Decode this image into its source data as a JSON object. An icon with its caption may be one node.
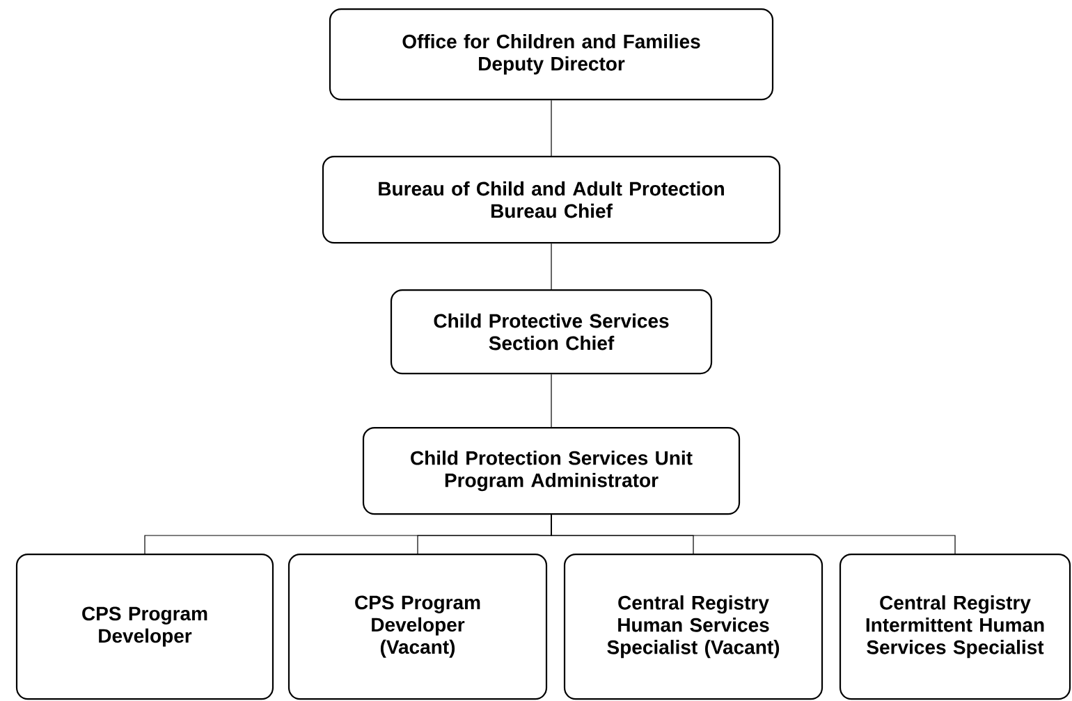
{
  "diagram": {
    "nodes": [
      {
        "text": [
          "Office for Children and Families",
          "Deputy Director"
        ]
      },
      {
        "text": [
          "Bureau of Child and Adult Protection",
          "Bureau Chief"
        ]
      },
      {
        "text": [
          "Child Protective Services",
          "Section Chief"
        ]
      },
      {
        "text": [
          "Child Protection Services Unit",
          "Program Administrator"
        ]
      },
      {
        "text": [
          "CPS Program Developer"
        ]
      },
      {
        "text": [
          "CPS Program Developer (Vacant)"
        ]
      },
      {
        "text": [
          "Central Registry Human Services Specialist (Vacant)"
        ]
      },
      {
        "text": [
          "Central Registry Intermittent Human Services Specialist"
        ]
      }
    ],
    "edges": [
      {
        "from": 0,
        "to": 1,
        "arrow": "none"
      },
      {
        "from": 1,
        "to": 2,
        "arrow": "none"
      },
      {
        "from": 2,
        "to": 3,
        "arrow": "none"
      },
      {
        "from": 3,
        "to": 4,
        "arrow": "none"
      },
      {
        "from": 3,
        "to": 5,
        "arrow": "none"
      },
      {
        "from": 3,
        "to": 6,
        "arrow": "none"
      },
      {
        "from": 3,
        "to": 7,
        "arrow": "none"
      }
    ]
  }
}
